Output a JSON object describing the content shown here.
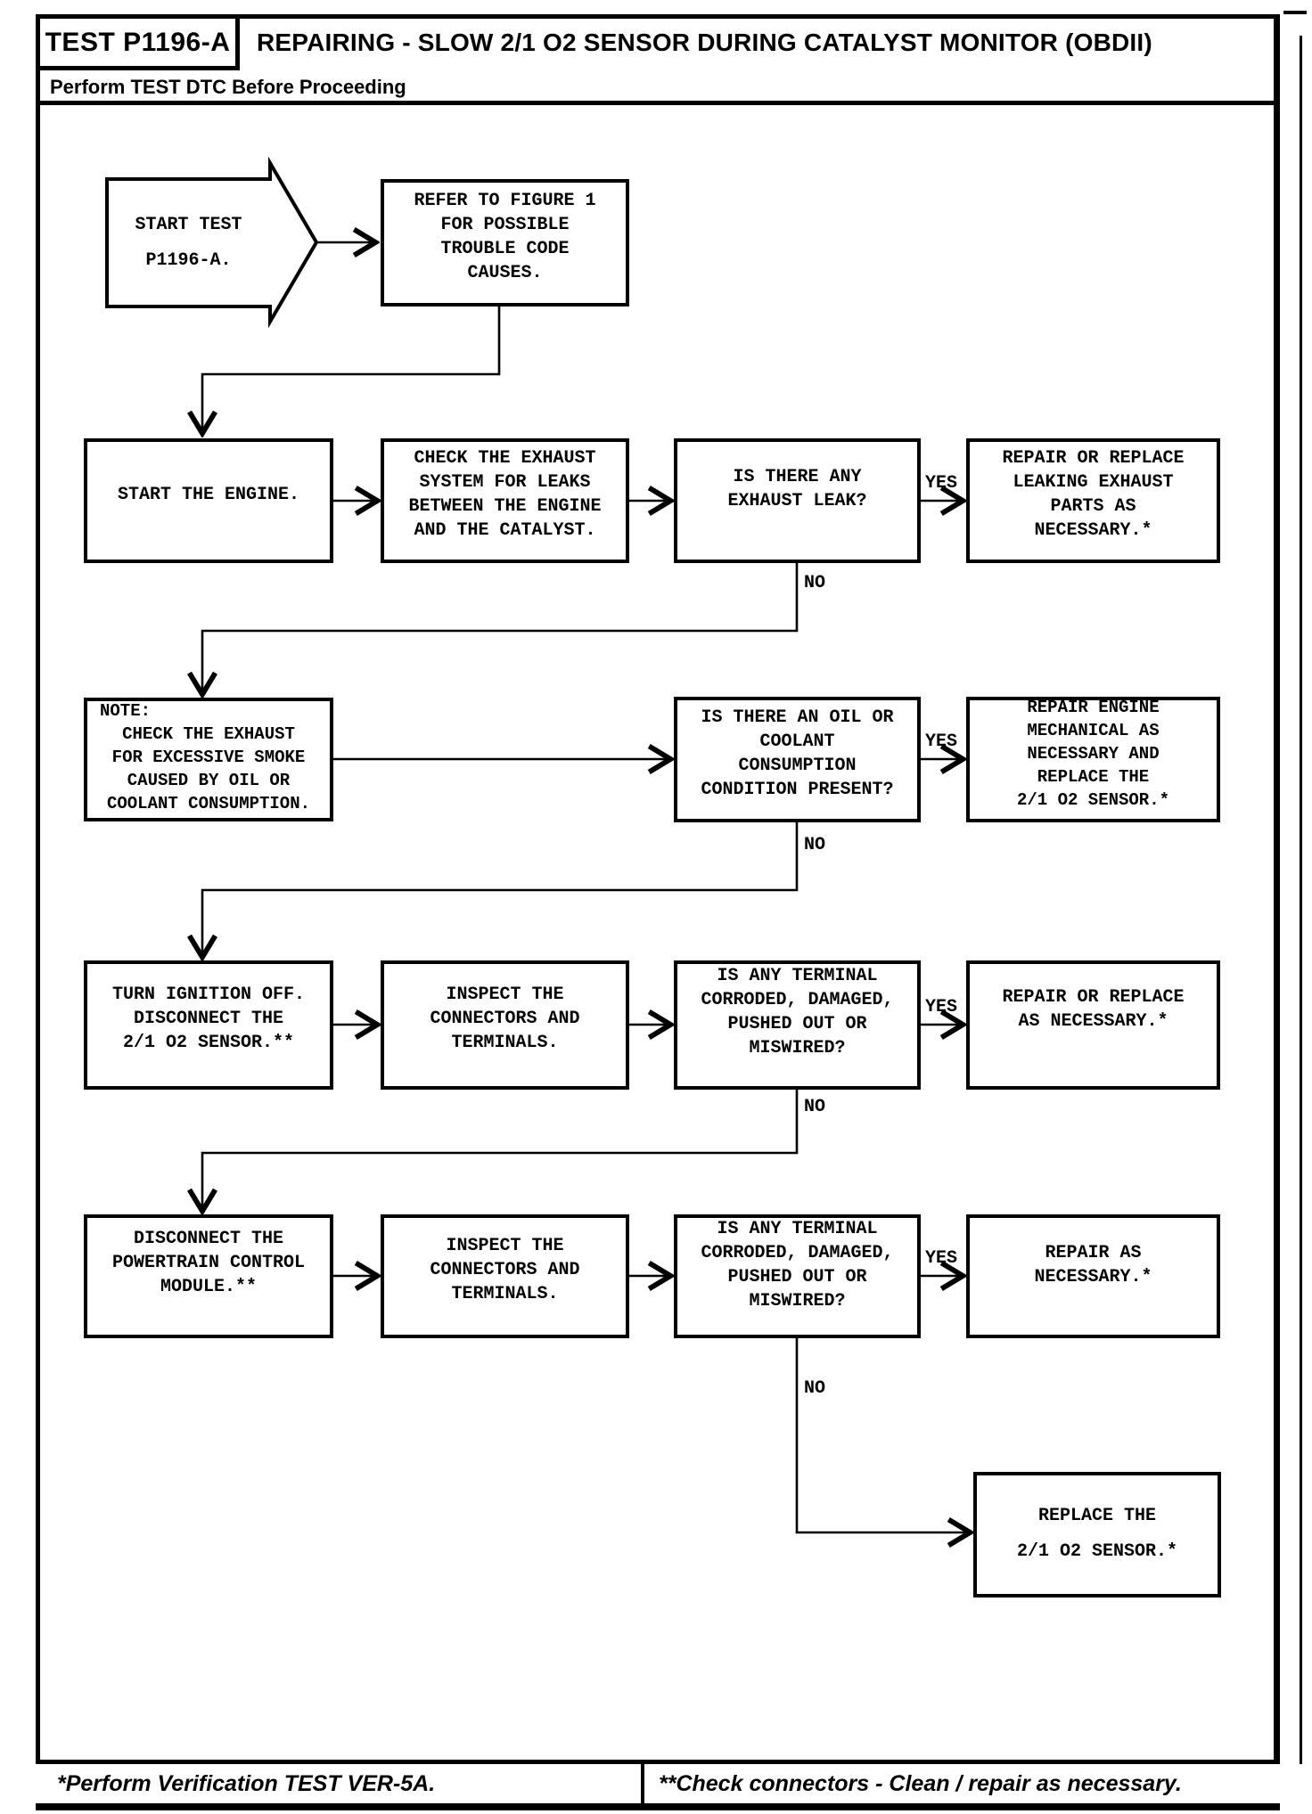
{
  "header": {
    "test_id": "TEST P1196-A",
    "title": "REPAIRING - SLOW 2/1 O2 SENSOR DURING CATALYST MONITOR (OBDII)",
    "subtitle": "Perform TEST DTC Before Proceeding"
  },
  "labels": {
    "yes": "YES",
    "no": "NO"
  },
  "nodes": {
    "start_test": {
      "lines": [
        "START TEST",
        "P1196-A."
      ]
    },
    "refer_figure": {
      "lines": [
        "REFER TO FIGURE 1",
        "FOR POSSIBLE",
        "TROUBLE CODE",
        "CAUSES."
      ]
    },
    "start_engine": {
      "lines": [
        "START THE ENGINE."
      ]
    },
    "check_exhaust": {
      "lines": [
        "CHECK THE EXHAUST",
        "SYSTEM FOR LEAKS",
        "BETWEEN THE ENGINE",
        "AND THE CATALYST."
      ]
    },
    "exhaust_leak_q": {
      "lines": [
        "IS THERE ANY",
        "EXHAUST LEAK?"
      ]
    },
    "repair_exhaust": {
      "lines": [
        "REPAIR OR REPLACE",
        "LEAKING EXHAUST",
        "PARTS AS",
        "NECESSARY.*"
      ]
    },
    "note_smoke": {
      "heading": "NOTE:",
      "lines": [
        "CHECK THE EXHAUST",
        "FOR EXCESSIVE SMOKE",
        "CAUSED BY OIL OR",
        "COOLANT CONSUMPTION."
      ]
    },
    "oil_coolant_q": {
      "lines": [
        "IS THERE AN OIL OR",
        "COOLANT",
        "CONSUMPTION",
        "CONDITION PRESENT?"
      ]
    },
    "repair_engine": {
      "lines": [
        "REPAIR ENGINE",
        "MECHANICAL AS",
        "NECESSARY AND",
        "REPLACE THE",
        "2/1 O2 SENSOR.*"
      ]
    },
    "ignition_off": {
      "lines": [
        "TURN IGNITION OFF.",
        "DISCONNECT THE",
        "2/1 O2 SENSOR.**"
      ]
    },
    "inspect_conn_1": {
      "lines": [
        "INSPECT THE",
        "CONNECTORS AND",
        "TERMINALS."
      ]
    },
    "terminal_q_1": {
      "lines": [
        "IS ANY TERMINAL",
        "CORRODED, DAMAGED,",
        "PUSHED OUT OR",
        "MISWIRED?"
      ]
    },
    "repair_or_replace": {
      "lines": [
        "REPAIR OR REPLACE",
        "AS NECESSARY.*"
      ]
    },
    "disconnect_pcm": {
      "lines": [
        "DISCONNECT THE",
        "POWERTRAIN CONTROL",
        "MODULE.**"
      ]
    },
    "inspect_conn_2": {
      "lines": [
        "INSPECT THE",
        "CONNECTORS AND",
        "TERMINALS."
      ]
    },
    "terminal_q_2": {
      "lines": [
        "IS ANY TERMINAL",
        "CORRODED, DAMAGED,",
        "PUSHED OUT OR",
        "MISWIRED?"
      ]
    },
    "repair_necessary": {
      "lines": [
        "REPAIR AS",
        "NECESSARY.*"
      ]
    },
    "replace_sensor": {
      "lines": [
        "REPLACE THE",
        "2/1 O2 SENSOR.*"
      ]
    }
  },
  "footer": {
    "note1": "*Perform Verification TEST VER-5A.",
    "note2": "**Check connectors - Clean / repair as necessary."
  },
  "colors": {
    "ink": "#000000",
    "paper": "#ffffff"
  }
}
